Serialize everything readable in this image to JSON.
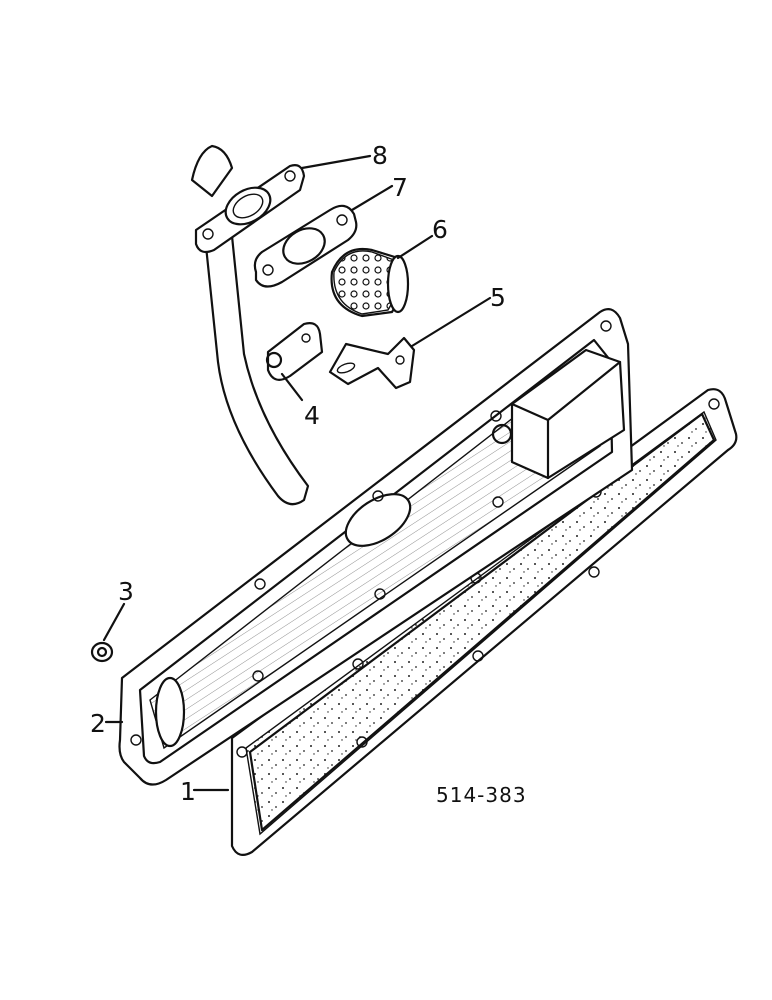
{
  "diagram": {
    "part_number": "514-383",
    "callouts": [
      {
        "id": "1",
        "label": "1"
      },
      {
        "id": "2",
        "label": "2"
      },
      {
        "id": "3",
        "label": "3"
      },
      {
        "id": "4",
        "label": "4"
      },
      {
        "id": "5",
        "label": "5"
      },
      {
        "id": "6",
        "label": "6"
      },
      {
        "id": "7",
        "label": "7"
      },
      {
        "id": "8",
        "label": "8"
      }
    ]
  }
}
